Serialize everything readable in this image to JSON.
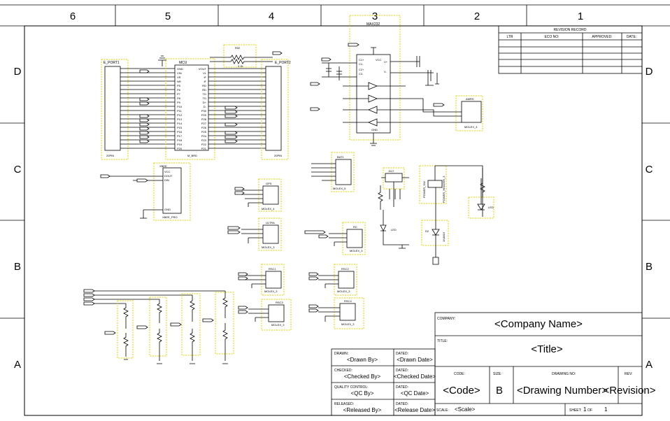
{
  "zones": {
    "columns": [
      "6",
      "5",
      "4",
      "3",
      "2",
      "1"
    ],
    "rows": [
      "D",
      "C",
      "B",
      "A"
    ]
  },
  "revision_table": {
    "title": "REVISION RECORD",
    "headers": [
      "LTR",
      "ECO NO:",
      "APPROVED:",
      "DATE:"
    ]
  },
  "components": {
    "eport": {
      "name": "E_PORT1",
      "footer": "20PIN"
    },
    "mcu": {
      "name": "MCU",
      "footer": "M_BRD",
      "left_pins": [
        "GND",
        "VIN",
        "VR",
        "NR",
        "P5",
        "P6",
        "P7",
        "P8",
        "P9",
        "P10",
        "P11",
        "P12",
        "P13",
        "P14",
        "P15",
        "P16",
        "P17",
        "P18",
        "P19",
        "P20"
      ],
      "right_pins": [
        "VOUT",
        "VL",
        "IF",
        "IF",
        "RD",
        "RD",
        "TD",
        "TD",
        "D+",
        "D-",
        "P30",
        "P29",
        "P28",
        "P27",
        "P26",
        "P25",
        "P24",
        "P23",
        "P22",
        "P21"
      ]
    },
    "port2": {
      "name": "E_PORT2",
      "footer": "20PIN"
    },
    "max232": {
      "name": "MAX232",
      "labels": [
        "C1+",
        "C1-",
        "C2+",
        "C2-",
        "VCC",
        "GND",
        "V+",
        "V-"
      ]
    },
    "xbee": {
      "name": "XBEE",
      "footer": "XBEE_PRO",
      "pins": [
        "VCC",
        "DOUT",
        "DIN",
        "GND"
      ]
    },
    "r32": {
      "name": "R32",
      "value": "2.2k"
    },
    "amr": {
      "name": "AMRS",
      "footer": "MOLEX_4"
    },
    "bat": {
      "name": "BAT1",
      "footer": "MOLEX_5"
    },
    "reg": {
      "name": "1117"
    },
    "power_sw": {
      "name": "POWER_SW",
      "footer": "POWER_HEADER_3"
    },
    "gps": {
      "name": "GPS",
      "footer": "MOLEX_4"
    },
    "ultra": {
      "name": "ULTRA",
      "footer": "MOLEX_3"
    },
    "rc": {
      "name": "RC",
      "footer": "MOLEX_3"
    },
    "rsc1": {
      "name": "RSC1",
      "footer": "MOLEX_3"
    },
    "rsc2": {
      "name": "RSC2",
      "footer": "MOLEX_3"
    },
    "rsc3": {
      "name": "RSC3",
      "footer": "MOLEX_3"
    },
    "rsc4": {
      "name": "RSC4",
      "footer": "MOLEX_3"
    },
    "diode": {
      "name": "D2",
      "value": "1N4819"
    },
    "led1": {
      "name": "LED"
    },
    "led2": {
      "name": "LED"
    }
  },
  "title_block": {
    "company_label": "COMPANY:",
    "company_value": "<Company Name>",
    "title_label": "TITLE:",
    "title_value": "<Title>",
    "code_label": "CODE:",
    "code_value": "<Code>",
    "size_label": "SIZE:",
    "size_value": "B",
    "drawing_no_label": "DRAWING NO:",
    "drawing_no_value": "<Drawing Number>",
    "rev_label": "REV:",
    "rev_value": "<Revision>",
    "scale_label": "SCALE:",
    "scale_value": "<Scale>",
    "sheet_label": "SHEET:",
    "sheet_value": "1",
    "of_label": "OF",
    "of_value": "1",
    "drawn_label": "DRAWN:",
    "drawn_value": "<Drawn By>",
    "dated1_label": "DATED:",
    "dated1_value": "<Drawn Date>",
    "checked_label": "CHECKED:",
    "checked_value": "<Checked By>",
    "dated2_label": "DATED:",
    "dated2_value": "<Checked Date>",
    "qc_label": "QUALITY CONTROL:",
    "qc_value": "<QC By>",
    "dated3_label": "DATED:",
    "dated3_value": "<QC Date>",
    "released_label": "RELEASED:",
    "released_value": "<Released By>",
    "dated4_label": "DATED:",
    "dated4_value": "<Release Date>"
  }
}
